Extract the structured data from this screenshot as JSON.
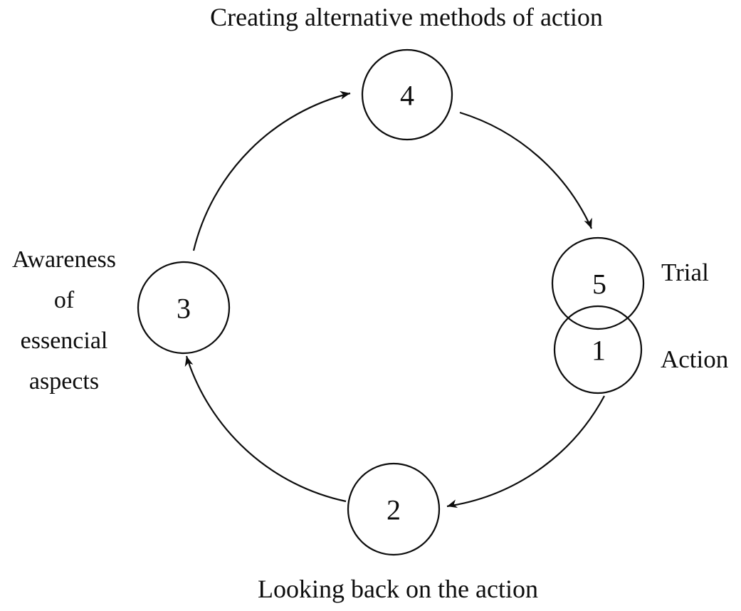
{
  "diagram": {
    "labels": {
      "top": "Creating alternative methods of action",
      "bottom": "Looking back on the action",
      "trial": "Trial",
      "action": "Action",
      "left_lines": [
        "Awareness",
        "of",
        "essencial",
        "aspects"
      ]
    },
    "nodes": {
      "n1": {
        "number": "1"
      },
      "n2": {
        "number": "2"
      },
      "n3": {
        "number": "3"
      },
      "n4": {
        "number": "4"
      },
      "n5": {
        "number": "5"
      }
    },
    "colors": {
      "ink": "#0d0d0d",
      "background": "#ffffff"
    }
  }
}
